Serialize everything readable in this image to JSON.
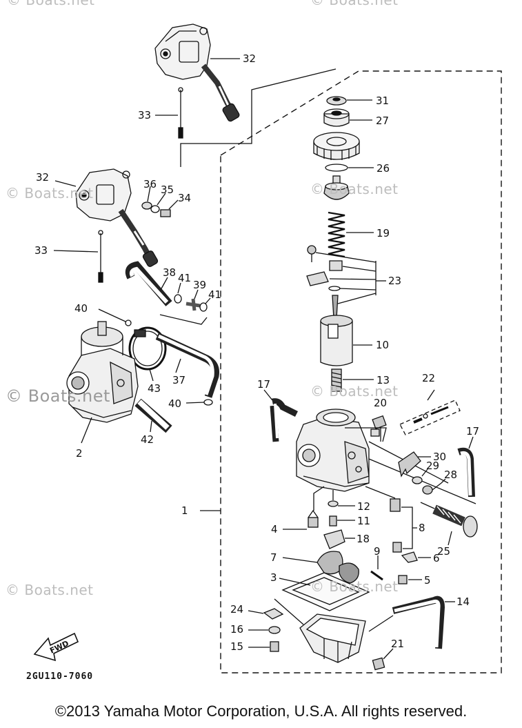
{
  "callouts": {
    "c32a": "32",
    "c33a": "33",
    "c31": "31",
    "c27": "27",
    "c26": "26",
    "c32b": "32",
    "c36": "36",
    "c35": "35",
    "c34": "34",
    "c19": "19",
    "c33b": "33",
    "c38": "38",
    "c41a": "41",
    "c39": "39",
    "c41b": "41",
    "c23": "23",
    "c40a": "40",
    "c10": "10",
    "c13": "13",
    "c43": "43",
    "c37": "37",
    "c22": "22",
    "c40b": "40",
    "c17a": "17",
    "c20": "20",
    "c42": "42",
    "c2": "2",
    "c17b": "17",
    "c30": "30",
    "c29": "29",
    "c28": "28",
    "c1": "1",
    "c12": "12",
    "c11": "11",
    "c4": "4",
    "c8": "8",
    "c18": "18",
    "c25": "25",
    "c7": "7",
    "c9": "9",
    "c6": "6",
    "c3": "3",
    "c5": "5",
    "c14": "14",
    "c24": "24",
    "c16": "16",
    "c15": "15",
    "c21": "21"
  },
  "fwd_label": "FWD",
  "diagram_code": "2GU110-7060",
  "watermarks": {
    "w1": "© Boats.net",
    "w2": "© Boats.net",
    "w3": "© Boats.net",
    "w4": "© Boats.net",
    "w5": "© Boats.net",
    "w6": "© Boats.net",
    "w7": "© Boats.net",
    "w8": "© Boats.net"
  },
  "copyright": "©2013 Yamaha Motor Corporation, U.S.A. All rights reserved."
}
